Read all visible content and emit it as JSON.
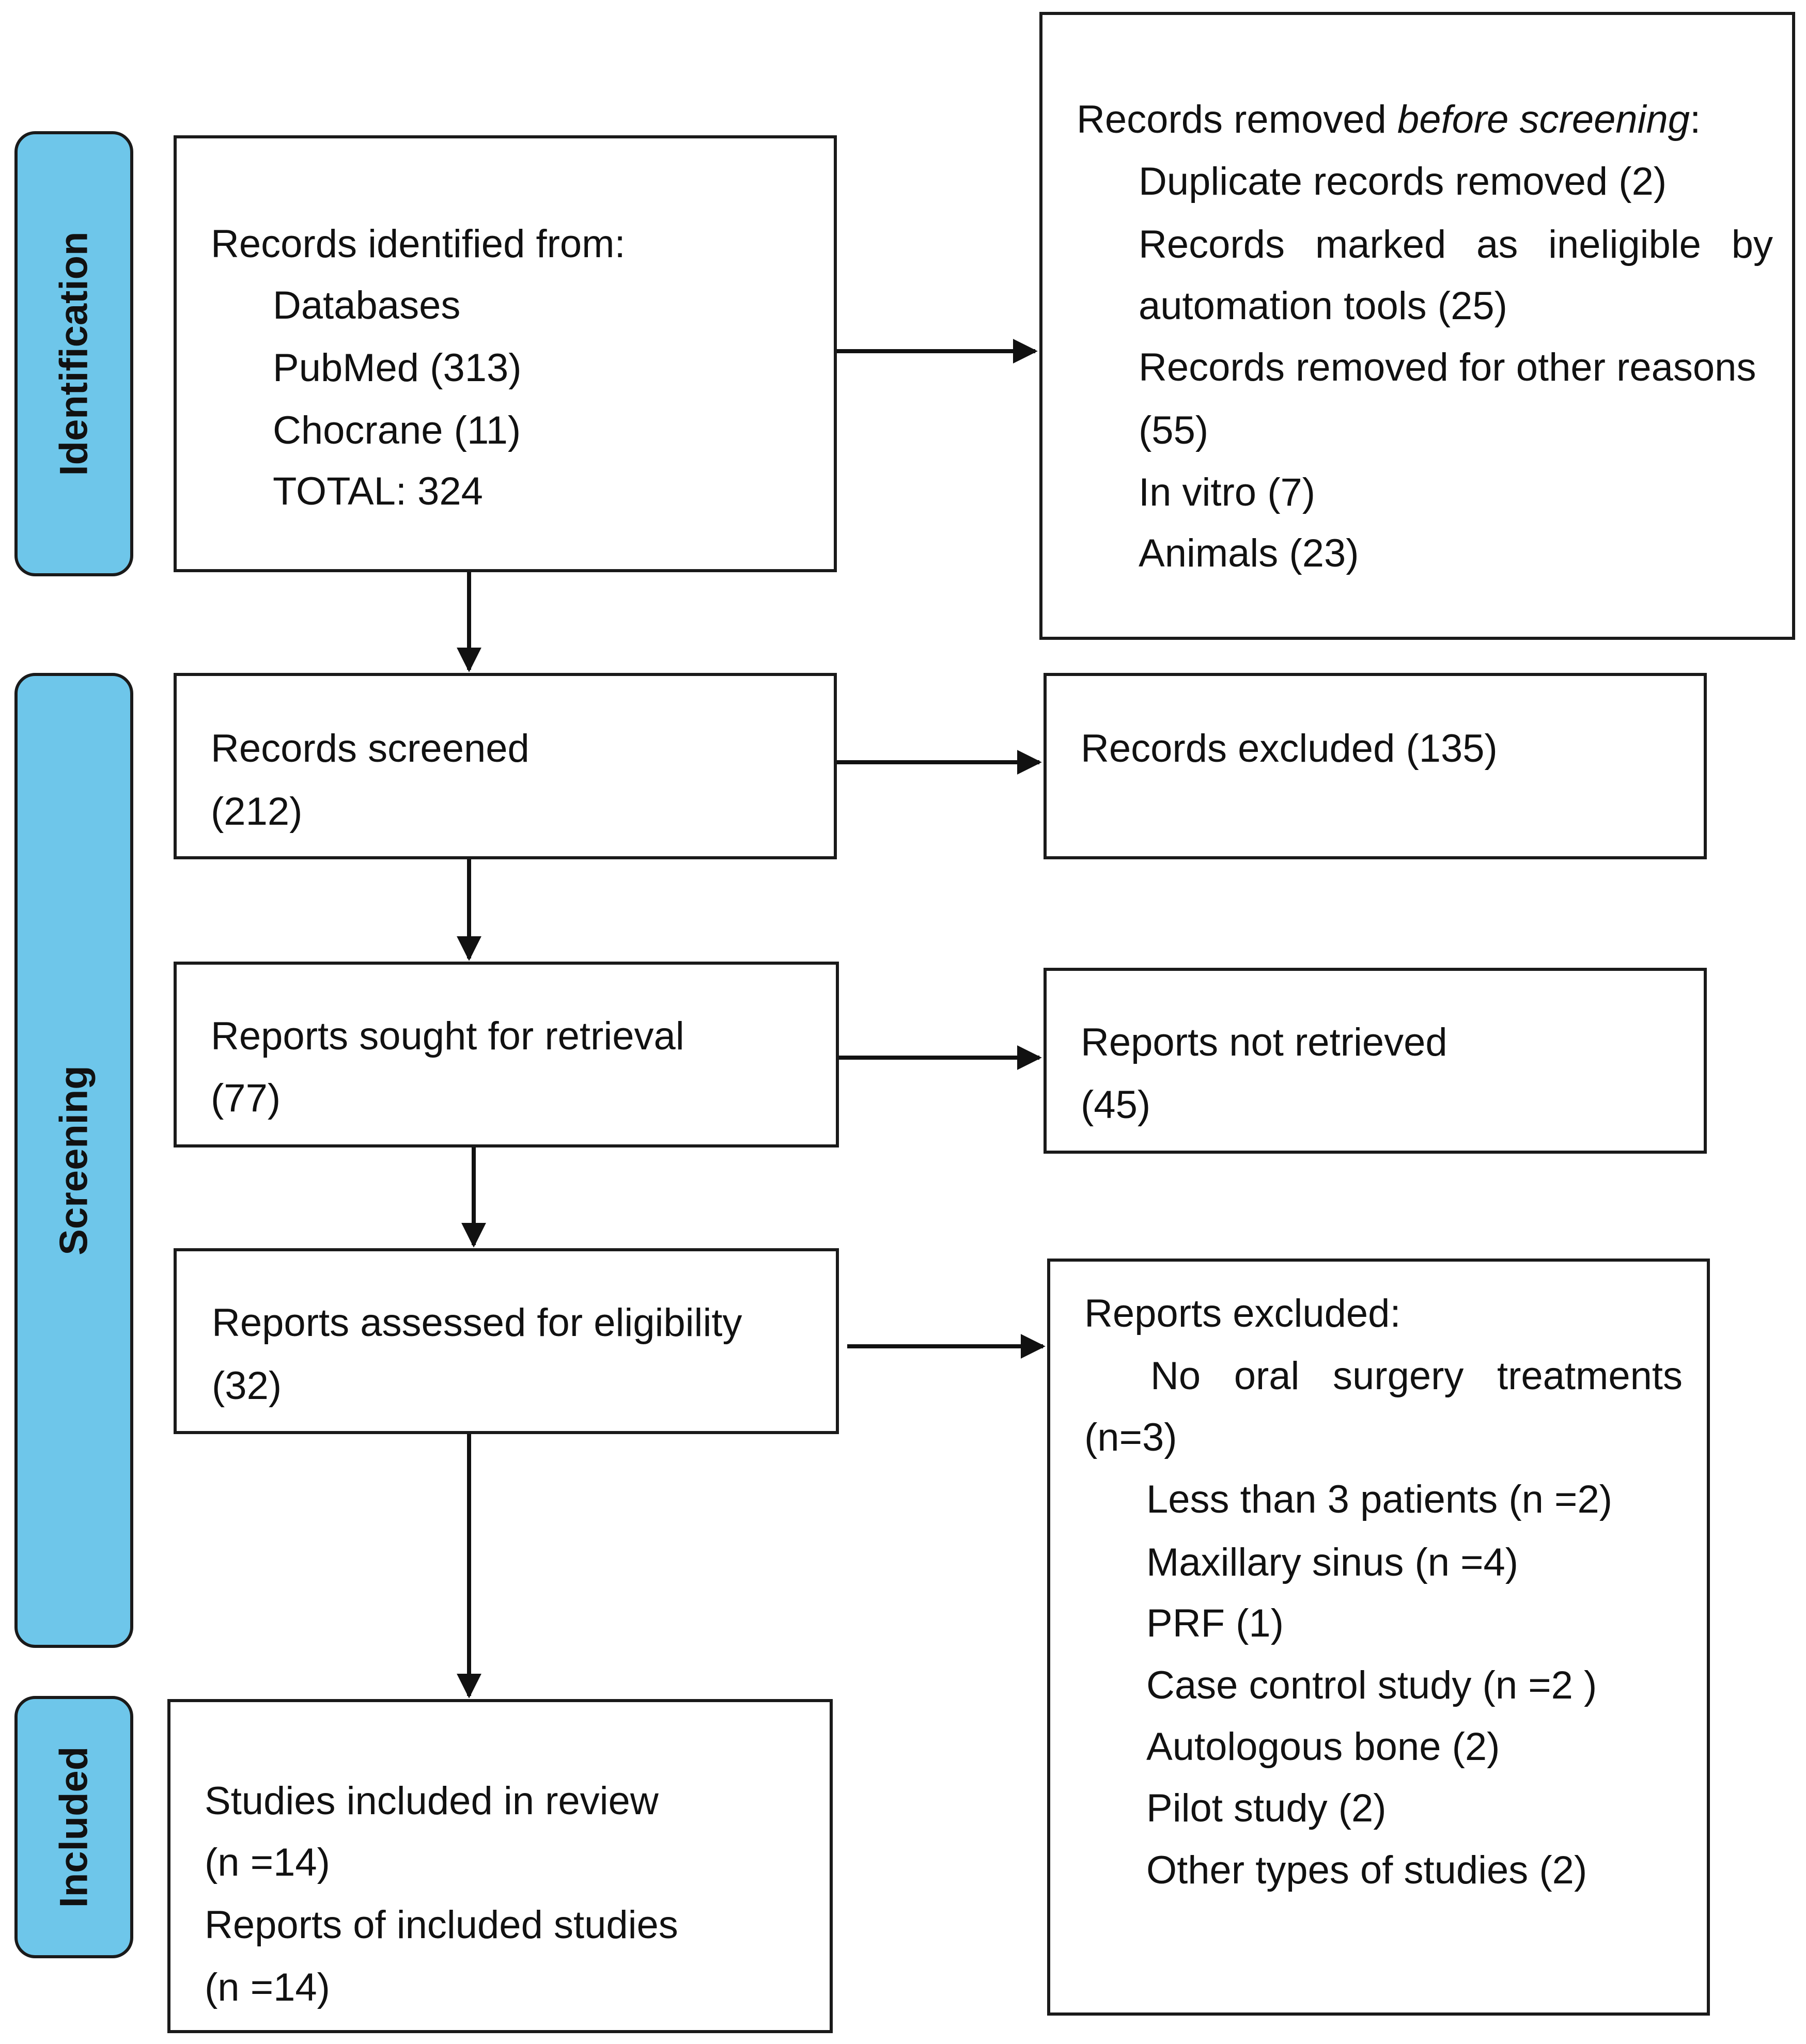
{
  "phases": {
    "identification": "Identification",
    "screening": "Screening",
    "included": "Included"
  },
  "identified": {
    "heading": "Records identified from:",
    "databases": "Databases",
    "pubmed": "PubMed (313)",
    "cochrane": "Chocrane (11)",
    "total": "TOTAL: 324"
  },
  "removed": {
    "heading_prefix": "Records removed ",
    "heading_emph": "before screening",
    "heading_suffix": ":",
    "duplicates": "Duplicate records removed  (2)",
    "ineligible_1": "Records marked as ineligible by",
    "ineligible_2": "automation tools (25)",
    "other_1": "Records removed for other reasons",
    "other_2": "(55)",
    "in_vitro": "In vitro (7)",
    "animals": "Animals (23)"
  },
  "screened": {
    "label": "Records screened",
    "count": "(212)"
  },
  "excluded_records": {
    "label": "Records excluded (135)"
  },
  "sought": {
    "label": "Reports sought for retrieval",
    "count": "(77)"
  },
  "not_retrieved": {
    "label": "Reports not retrieved",
    "count": "(45)"
  },
  "assessed": {
    "label": "Reports assessed for eligibility",
    "count": "(32)"
  },
  "reports_excluded": {
    "heading": "Reports excluded:",
    "no_oral_1": "No oral surgery treatments",
    "no_oral_2": "(n=3)",
    "less_than": "Less than 3 patients (n =2)",
    "maxillary": "Maxillary sinus (n =4)",
    "prf": "PRF (1)",
    "case_control": "Case control study (n =2 )",
    "autologous": "Autologous bone (2)",
    "pilot": "Pilot study (2)",
    "other_types": "Other types of studies (2)"
  },
  "included": {
    "studies_label": "Studies included in review",
    "studies_count": "(n =14)",
    "reports_label": "Reports of included studies",
    "reports_count": "(n =14)"
  }
}
